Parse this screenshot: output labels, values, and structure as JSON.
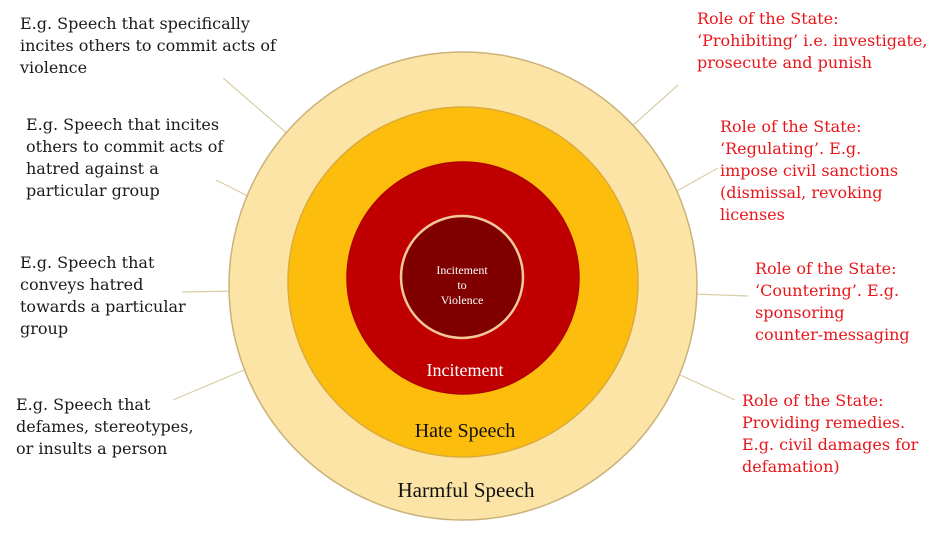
{
  "rings": {
    "harmful": {
      "label": "Harmful Speech",
      "color": "#fce4a6",
      "stroke": "#c9b27a"
    },
    "hate": {
      "label": "Hate Speech",
      "color": "#fdbd0c",
      "stroke": "#dcaa3c"
    },
    "incitement": {
      "label": "Incitement",
      "color": "#c00000",
      "stroke": "#b00000"
    },
    "violence": {
      "label_line1": "Incitement",
      "label_line2": "to",
      "label_line3": "Violence",
      "color": "#800000",
      "stroke": "#f2c89a"
    }
  },
  "left_notes": [
    {
      "text": "E.g. Speech that specifically\nincites others to commit acts of\nviolence"
    },
    {
      "text": "E.g. Speech that incites\nothers to commit acts of\nhatred against a\nparticular group"
    },
    {
      "text": "E.g. Speech that\nconveys hatred\ntowards a particular\ngroup"
    },
    {
      "text": "E.g. Speech that\ndefames, stereotypes,\nor insults a person"
    }
  ],
  "right_notes": [
    {
      "text": "Role of the State:\n‘Prohibiting’ i.e. investigate,\nprosecute and punish"
    },
    {
      "text": "Role of the State:\n‘Regulating’. E.g.\nimpose civil sanctions\n(dismissal, revoking\nlicenses"
    },
    {
      "text": "Role of the State:\n‘Countering’. E.g.\nsponsoring\ncounter-messaging"
    },
    {
      "text": "Role of the State:\nProviding remedies.\nE.g. civil damages for\ndefamation)"
    }
  ],
  "colors": {
    "connector": "#d8cfa6",
    "left_text": "#1a1a1a",
    "right_text": "#e8161b"
  }
}
